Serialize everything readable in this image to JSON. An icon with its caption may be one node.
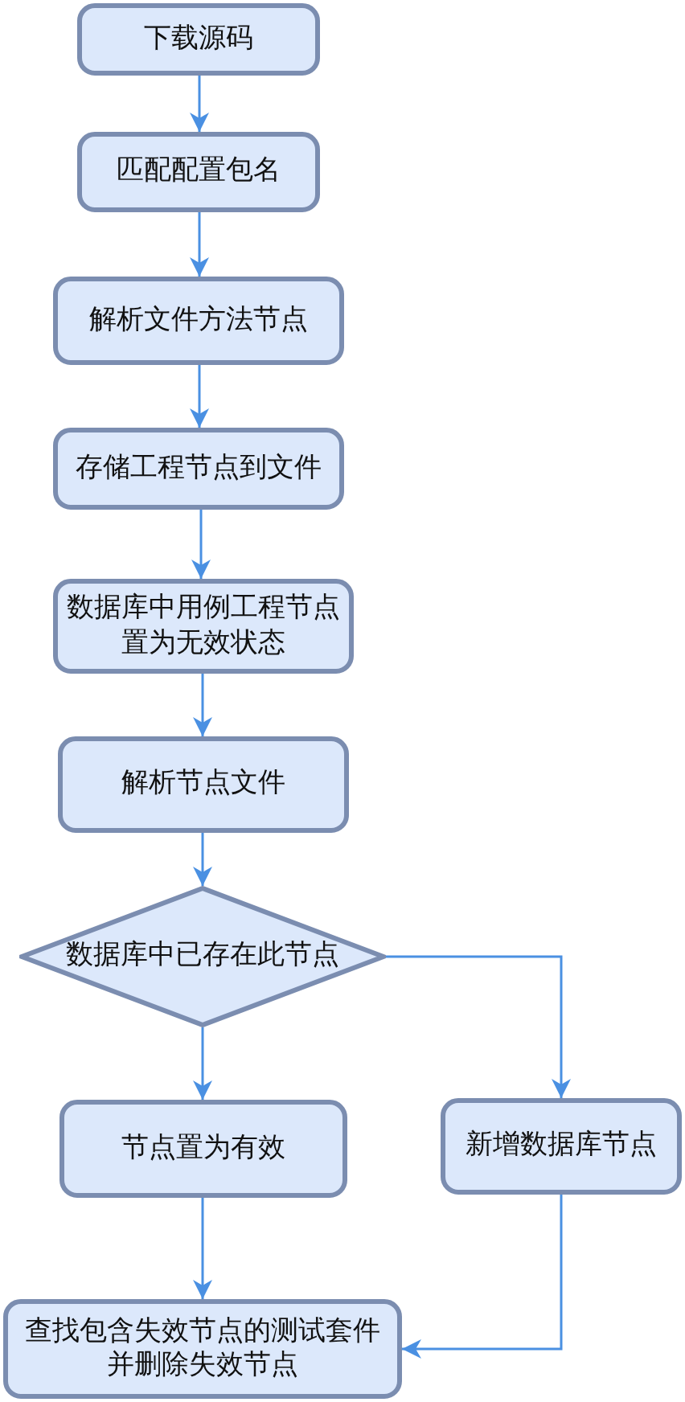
{
  "diagram": {
    "nodes": [
      {
        "text": [
          "下载源码"
        ]
      },
      {
        "text": [
          "匹配配置包名"
        ]
      },
      {
        "text": [
          "解析文件方法节点"
        ]
      },
      {
        "text": [
          "存储工程节点到文件"
        ]
      },
      {
        "text": [
          "数据库中用例工程节点置为无效状态"
        ]
      },
      {
        "text": [
          "解析节点文件"
        ]
      },
      {
        "text": [
          "数据库中已存在此节点"
        ]
      },
      {
        "text": [
          "节点置为有效"
        ]
      },
      {
        "text": [
          "新增数据库节点"
        ]
      },
      {
        "text": [
          "查找包含失效节点的测试套件并删除失效节点"
        ]
      }
    ],
    "edges": [
      {
        "from": 0,
        "to": 1,
        "arrow": "to"
      },
      {
        "from": 1,
        "to": 2,
        "arrow": "to"
      },
      {
        "from": 2,
        "to": 3,
        "arrow": "to"
      },
      {
        "from": 3,
        "to": 4,
        "arrow": "to"
      },
      {
        "from": 4,
        "to": 5,
        "arrow": "to"
      },
      {
        "from": 5,
        "to": 6,
        "arrow": "to"
      },
      {
        "from": 6,
        "to": 7,
        "arrow": "to"
      },
      {
        "from": 6,
        "to": 8,
        "arrow": "to"
      },
      {
        "from": 7,
        "to": 9,
        "arrow": "to"
      },
      {
        "from": 8,
        "to": 9,
        "arrow": "to"
      }
    ]
  }
}
